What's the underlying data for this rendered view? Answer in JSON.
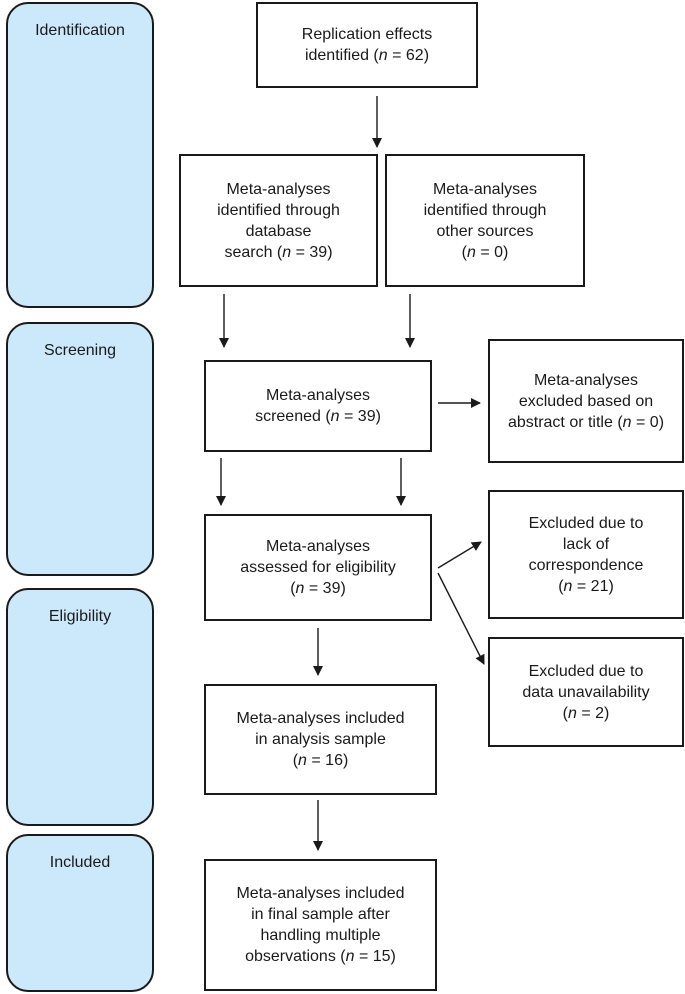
{
  "stages": [
    {
      "id": "identification",
      "label": "Identification"
    },
    {
      "id": "screening",
      "label": "Screening"
    },
    {
      "id": "eligibility",
      "label": "Eligibility"
    },
    {
      "id": "included",
      "label": "Included"
    }
  ],
  "boxes": {
    "replication": {
      "pre": "Replication effects\nidentified (",
      "n": "n",
      "post": " = 62)"
    },
    "database": {
      "pre": "Meta-analyses\nidentified through\ndatabase\nsearch (",
      "n": "n",
      "post": " = 39)"
    },
    "other": {
      "pre": "Meta-analyses\nidentified through\nother sources\n(",
      "n": "n",
      "post": " = 0)"
    },
    "screened": {
      "pre": "Meta-analyses\nscreened (",
      "n": "n",
      "post": " = 39)"
    },
    "excluded_abstract": {
      "pre": "Meta-analyses\nexcluded based on\nabstract or title (",
      "n": "n",
      "post": " = 0)"
    },
    "eligibility": {
      "pre": "Meta-analyses\nassessed for eligibility\n(",
      "n": "n",
      "post": " = 39)"
    },
    "excluded_correspondence": {
      "pre": "Excluded due to\nlack of\ncorrespondence\n(",
      "n": "n",
      "post": " = 21)"
    },
    "excluded_data": {
      "pre": "Excluded due to\ndata unavailability\n(",
      "n": "n",
      "post": " = 2)"
    },
    "analysis_sample": {
      "pre": "Meta-analyses included\nin analysis sample\n(",
      "n": "n",
      "post": " = 16)"
    },
    "final_sample": {
      "pre": "Meta-analyses included\nin final sample after\nhandling multiple\nobservations (",
      "n": "n",
      "post": " = 15)"
    }
  }
}
